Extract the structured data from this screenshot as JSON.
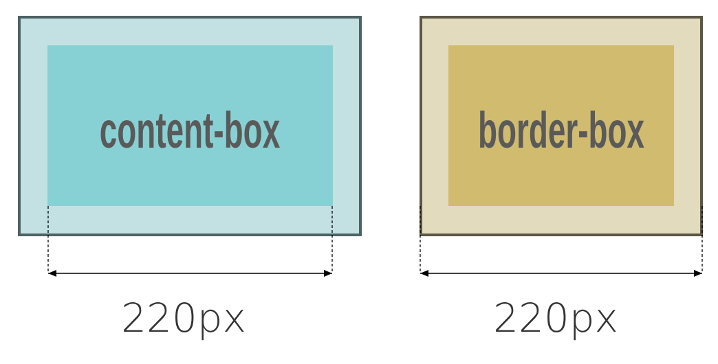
{
  "diagram": {
    "boxes": [
      {
        "label": "content-box",
        "width_label": "220px",
        "colors": {
          "border": "#4d6265",
          "padding": "#c3e1e2",
          "content": "#87d1d4"
        }
      },
      {
        "label": "border-box",
        "width_label": "220px",
        "colors": {
          "border": "#5b5645",
          "padding": "#e3dbbd",
          "content": "#d0bb6e"
        }
      }
    ],
    "text_color": "#5a5a5a"
  }
}
